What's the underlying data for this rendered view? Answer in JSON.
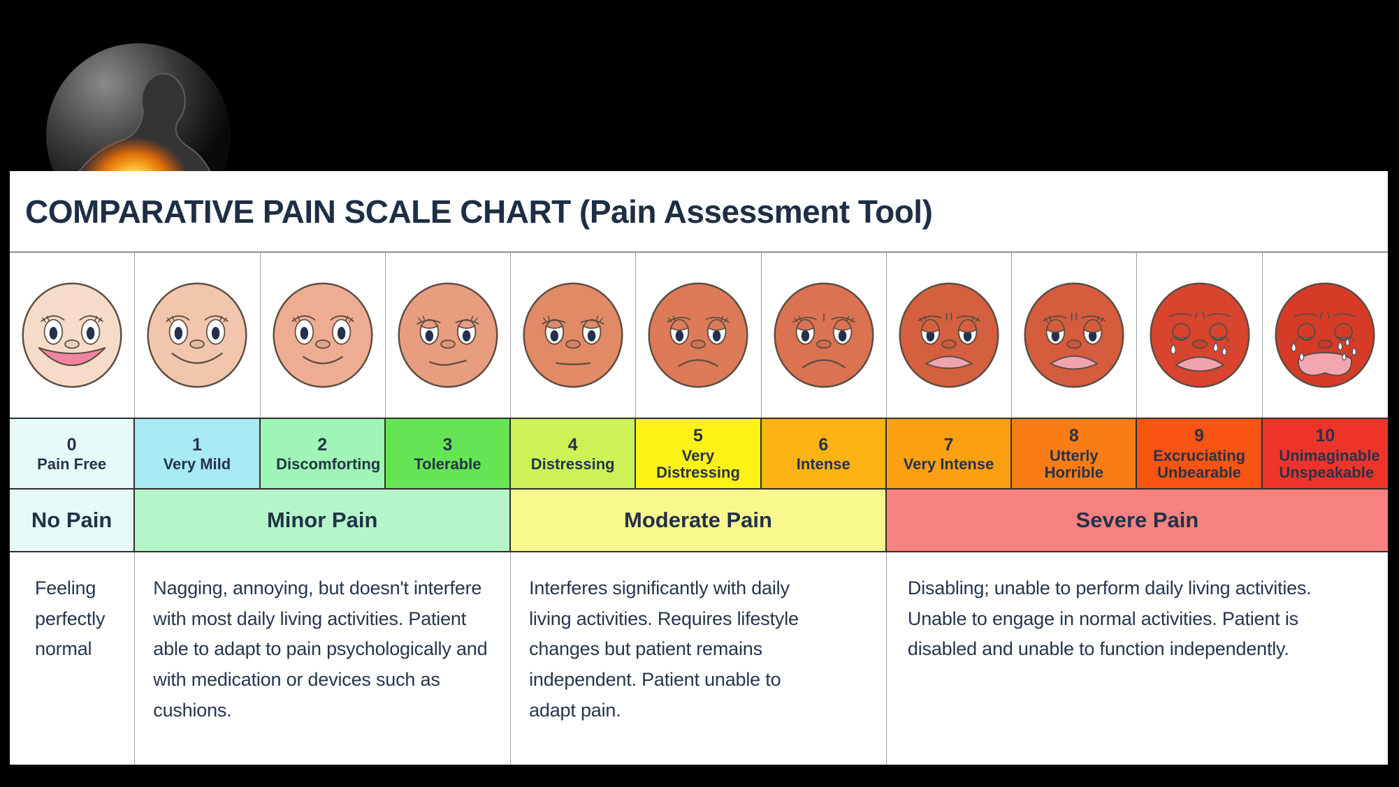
{
  "title": "COMPARATIVE PAIN SCALE CHART (Pain Assessment Tool)",
  "icons": {
    "hero": "chest-pain-photo"
  },
  "colors": {
    "page_bg": "#000000",
    "panel_bg": "#ffffff",
    "title_text": "#1e2e44",
    "body_text": "#26354d",
    "border_dark": "#2e2e2e",
    "border_light": "#9c9c9c",
    "glow_orange": "#ff8c00"
  },
  "chart_data": {
    "type": "table",
    "title": "COMPARATIVE PAIN SCALE CHART (Pain Assessment Tool)",
    "scale": [
      {
        "value": "0",
        "label": "Pain Free",
        "cell_color": "#e6fbf8",
        "face_color": "#f6dcc8",
        "expression": "big-smile"
      },
      {
        "value": "1",
        "label": "Very Mild",
        "cell_color": "#a8e9f5",
        "face_color": "#f2c6ad",
        "expression": "smile"
      },
      {
        "value": "2",
        "label": "Discomforting",
        "cell_color": "#9ef5b5",
        "face_color": "#eead92",
        "expression": "slight-smile"
      },
      {
        "value": "3",
        "label": "Tolerable",
        "cell_color": "#66e554",
        "face_color": "#e89d7e",
        "expression": "lazy-smile"
      },
      {
        "value": "4",
        "label": "Distressing",
        "cell_color": "#ccf257",
        "face_color": "#e28a66",
        "expression": "flat"
      },
      {
        "value": "5",
        "label": "Very Distressing",
        "cell_color": "#fdf215",
        "face_color": "#dd7a58",
        "expression": "slight-frown"
      },
      {
        "value": "6",
        "label": "Intense",
        "cell_color": "#fbb215",
        "face_color": "#db7251",
        "expression": "frown"
      },
      {
        "value": "7",
        "label": "Very Intense",
        "cell_color": "#fba013",
        "face_color": "#d5603f",
        "expression": "open-frown"
      },
      {
        "value": "8",
        "label": "Utterly Horrible",
        "cell_color": "#fa7c14",
        "face_color": "#d55c3d",
        "expression": "open-frown-deep"
      },
      {
        "value": "9",
        "label": "Excruciating Unbearable",
        "cell_color": "#fa5413",
        "face_color": "#d8442e",
        "expression": "crying"
      },
      {
        "value": "10",
        "label": "Unimaginable Unspeakable",
        "cell_color": "#ee332b",
        "face_color": "#d63b28",
        "expression": "wailing"
      }
    ],
    "categories": [
      {
        "label": "No Pain",
        "cell_color": "#e6fbf8",
        "span": 1,
        "description": "Feeling perfectly normal"
      },
      {
        "label": "Minor Pain",
        "cell_color": "#b4f6c9",
        "span": 3,
        "description": "Nagging, annoying, but doesn't interfere with most daily living activities. Patient able to adapt to pain psychologically and  with medication or devices such as cushions."
      },
      {
        "label": "Moderate Pain",
        "cell_color": "#f9f88c",
        "span": 3,
        "description": "Interferes significantly with daily living activities. Requires lifestyle changes but patient remains independent. Patient unable to adapt pain."
      },
      {
        "label": "Severe Pain",
        "cell_color": "#f8827f",
        "span": 4,
        "description": "Disabling; unable to perform daily living activities. Unable to engage in normal activities. Patient is disabled and unable to function independently."
      }
    ]
  }
}
